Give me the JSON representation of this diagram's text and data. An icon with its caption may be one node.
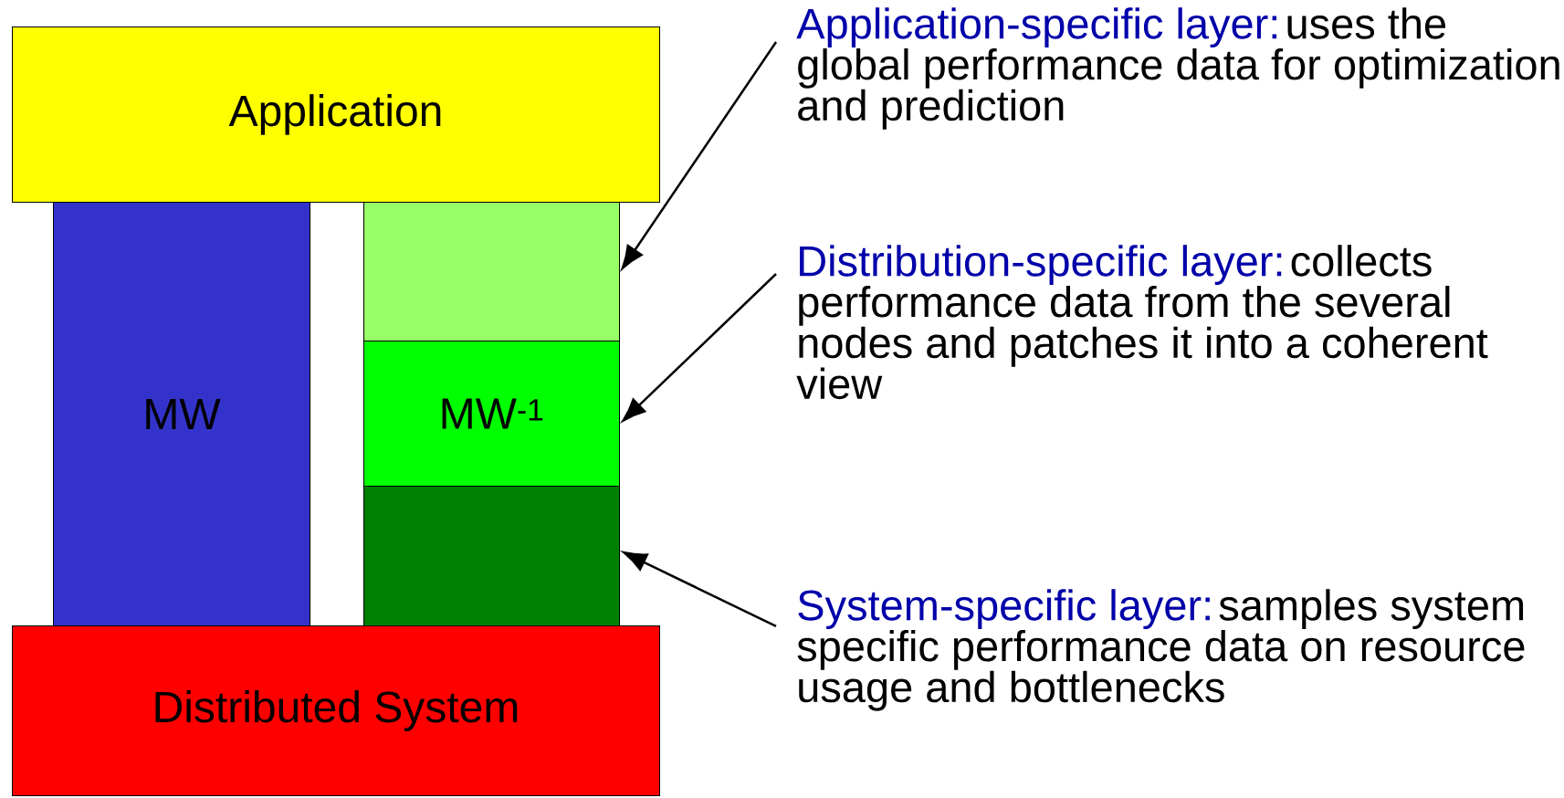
{
  "diagram": {
    "nodes": [
      {
        "text": [
          "Application"
        ]
      },
      {
        "text": [
          "MW"
        ]
      },
      {
        "text": [],
        "shape": "box"
      },
      {
        "text": [
          "MW$^{-1}$"
        ]
      },
      {
        "text": [],
        "shape": "box"
      },
      {
        "text": [
          "Distributed System"
        ]
      },
      {
        "text": [
          "Application-specific layer:",
          "uses the global performance data for optimization and prediction"
        ]
      },
      {
        "text": [
          "Distribution-specific layer:",
          "collects performance data from the several nodes and patches it into a coherent view"
        ]
      },
      {
        "text": [
          "System-specific layer:",
          "samples system specific performance data on resource usage and bottlenecks"
        ]
      }
    ],
    "edges": [
      {
        "from": 6,
        "to": 2,
        "arrow": "to"
      },
      {
        "from": 7,
        "to": 3,
        "arrow": "to"
      },
      {
        "from": 8,
        "to": 4,
        "arrow": "to"
      }
    ]
  }
}
